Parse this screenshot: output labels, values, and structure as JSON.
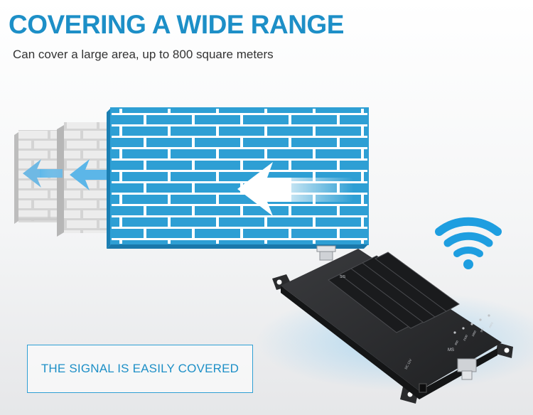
{
  "header": {
    "title": "COVERING A WIDE RANGE",
    "subtitle": "Can cover a large area, up to 800 square meters"
  },
  "caption": {
    "text": "THE SIGNAL IS EASILY COVERED"
  },
  "device": {
    "label_top": "SIS",
    "label_side": "DC 12V",
    "label_ms": "MS",
    "bands": [
      "800",
      "2100",
      "1800",
      "900",
      "AWS"
    ]
  },
  "colors": {
    "title": "#1d8fc7",
    "wall_blue": "#2e9fd4",
    "wall_grey": "#d8d8d8",
    "wifi": "#1e9ee0",
    "device": "#2b2c2e"
  },
  "icons": [
    "wifi-icon",
    "left-arrow-icon"
  ]
}
